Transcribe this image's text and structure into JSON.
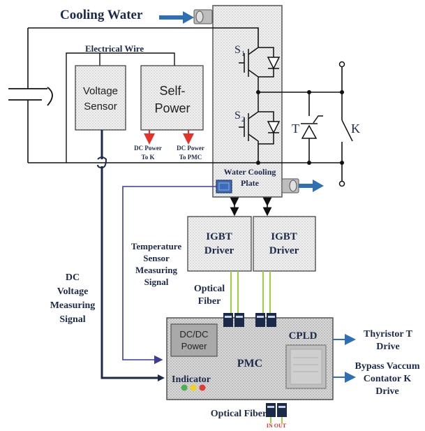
{
  "labels": {
    "cooling_water": "Cooling Water",
    "electrical_wire": "Electrical Wire",
    "voltage_sensor": [
      "Voltage",
      "Sensor"
    ],
    "self_power": [
      "Self-",
      "Power"
    ],
    "dc_power_k": [
      "DC Power",
      "To K"
    ],
    "dc_power_pmc": [
      "DC Power",
      "To PMC"
    ],
    "s1": "S",
    "s1_sub": "1",
    "s2": "S",
    "s2_sub": "2",
    "thyristor": "T",
    "switch_k": "K",
    "water_cooling_plate": [
      "Water Cooling",
      "Plate"
    ],
    "igbt_driver_1": [
      "IGBT",
      "Driver"
    ],
    "igbt_driver_2": [
      "IGBT",
      "Driver"
    ],
    "temperature_signal": [
      "Temperature",
      "Sensor",
      "Measuring",
      "Signal"
    ],
    "optical_fiber_top": [
      "Optical",
      "Fiber"
    ],
    "dc_voltage_signal": [
      "DC",
      "Voltage",
      "Measuring",
      "Signal"
    ],
    "dcdc_power": [
      "DC/DC",
      "Power"
    ],
    "cpld": "CPLD",
    "pmc": "PMC",
    "indicator": "Indicator",
    "optical_fiber_bottom": "Optical Fiber",
    "in_out": "IN OUT",
    "thyristor_drive": [
      "Thyristor T",
      "Drive"
    ],
    "bypass_drive": [
      "Bypass Vaccum",
      "Contator K",
      "Drive"
    ]
  },
  "colors": {
    "navy": "#1c2a4a",
    "arrow_blue": "#2f6fb3",
    "red_arrow": "#e8302a",
    "purple_signal": "#3c3c9a",
    "fiber_green": "#9bd13a",
    "led_green": "#4caf50",
    "led_yellow": "#f2d21b",
    "led_red": "#e53935"
  }
}
